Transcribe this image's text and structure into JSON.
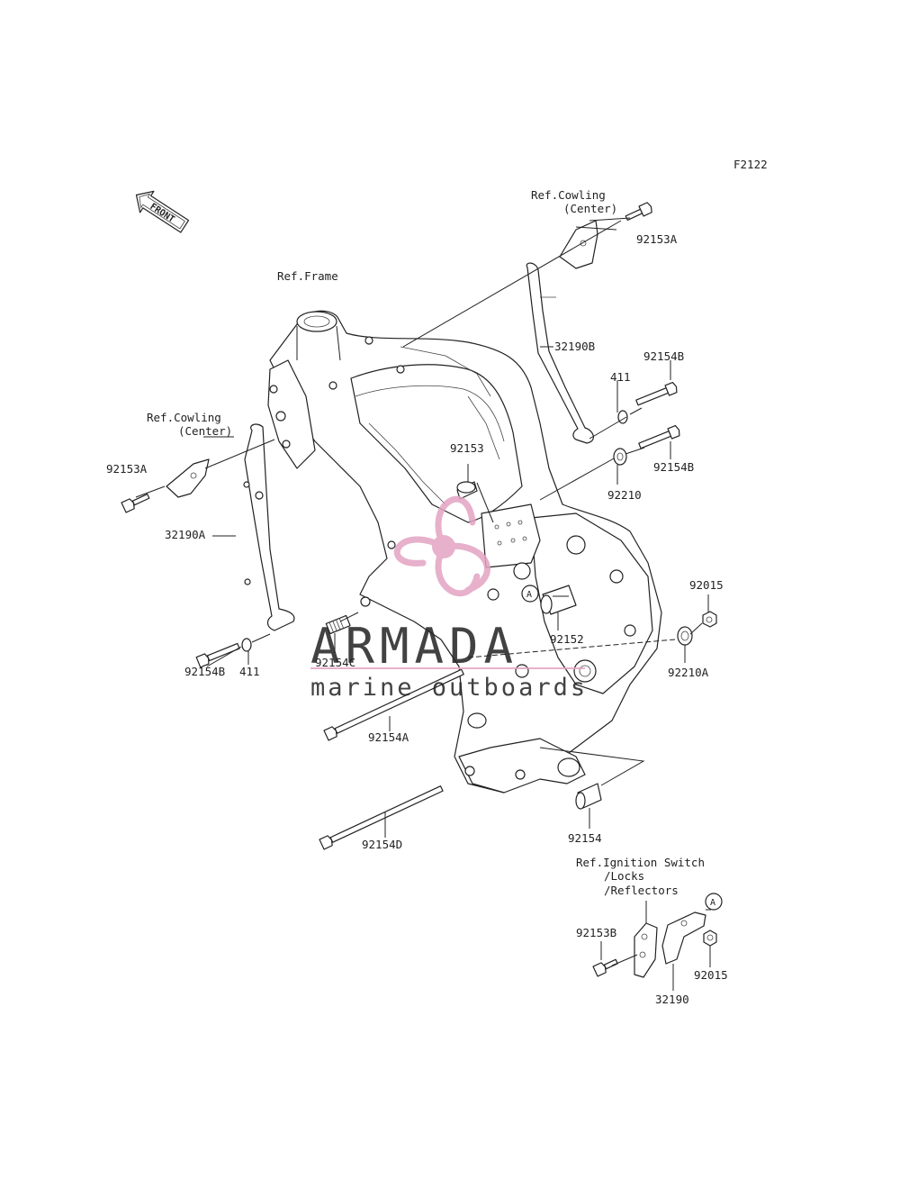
{
  "diagram_code": "F2122",
  "front_label": "FRONT",
  "references": {
    "frame": "Ref.Frame",
    "cowling_right_1": "Ref.Cowling",
    "cowling_right_2": "(Center)",
    "cowling_left_1": "Ref.Cowling",
    "cowling_left_2": "(Center)",
    "ignition_1": "Ref.Ignition Switch",
    "ignition_2": "/Locks",
    "ignition_3": "/Reflectors"
  },
  "callout_marker": "A",
  "parts": {
    "p92153A_right": "92153A",
    "p32190B": "32190B",
    "p411_right": "411",
    "p92154B_right_top": "92154B",
    "p92154B_right_bottom": "92154B",
    "p92210": "92210",
    "p92153": "92153",
    "p92153A_left": "92153A",
    "p32190A": "32190A",
    "p92154C": "92154C",
    "p92154B_left": "92154B",
    "p411_left": "411",
    "p92152": "92152",
    "p92015_top": "92015",
    "p92210A": "92210A",
    "p92154A": "92154A",
    "p92154D": "92154D",
    "p92154": "92154",
    "p92153B": "92153B",
    "p32190": "32190",
    "p92015_bottom": "92015"
  },
  "watermark": {
    "brand": "ARMADA",
    "tagline": "marine outboards",
    "colors": {
      "accent": "#e3a3c3",
      "text": "#8a8a8a"
    }
  }
}
